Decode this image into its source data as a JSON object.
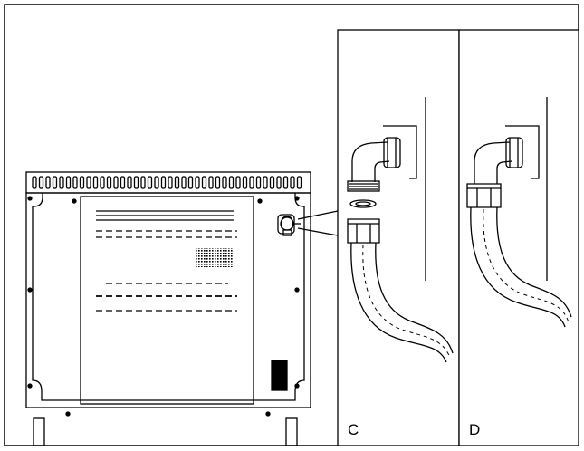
{
  "panels": [
    {
      "id": "C",
      "label": "C"
    },
    {
      "id": "D",
      "label": "D"
    }
  ],
  "colors": {
    "stroke": "#000000",
    "background": "#ffffff"
  }
}
